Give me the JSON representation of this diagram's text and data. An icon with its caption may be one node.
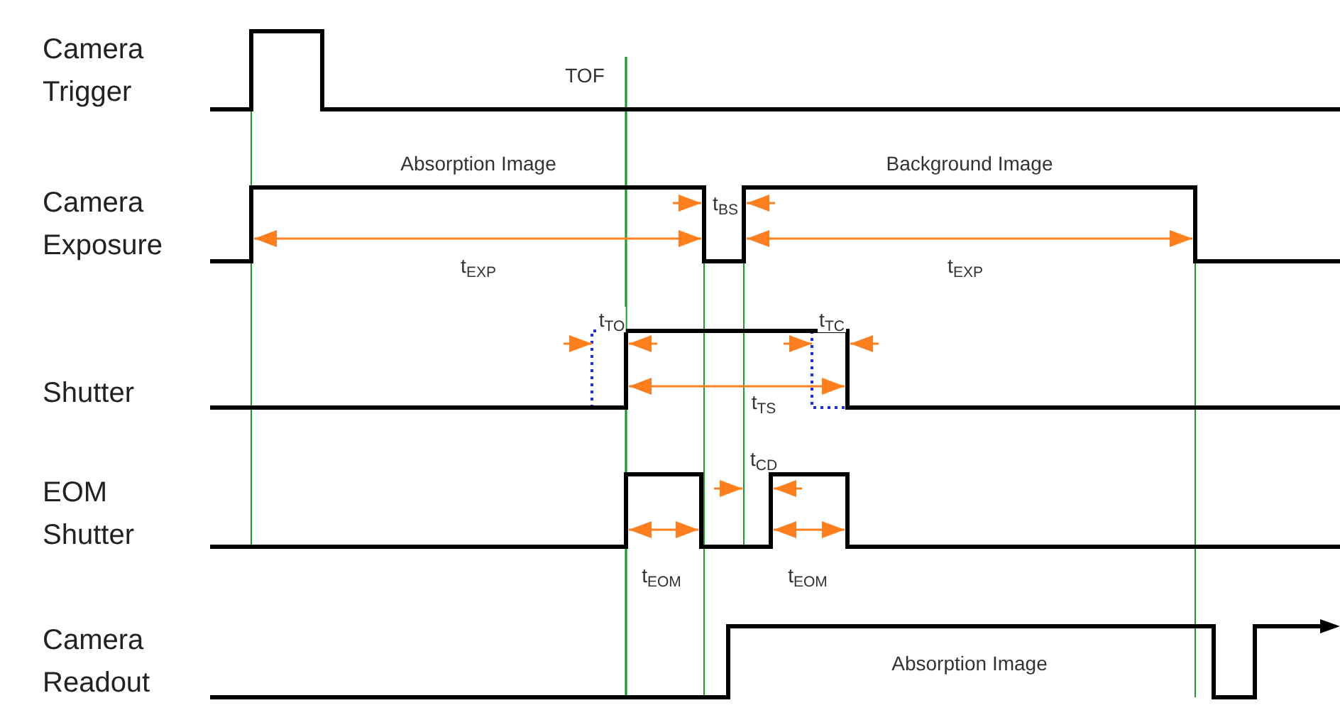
{
  "diagram": {
    "labels": [
      "Camera Trigger",
      "TOF",
      "Absorption Image",
      "Background Image",
      "Camera Exposure",
      "t$_{BS}$",
      "t$_{EXP}$",
      "t$_{EXP}$",
      "t$_{TO}$",
      "t$_{TC}$",
      "Shutter",
      "t$_{TS}$",
      "t$_{CD}$",
      "EOM Shutter",
      "t$_{EOM}$",
      "t$_{EOM}$",
      "Camera Readout",
      "Absorption Image"
    ]
  }
}
